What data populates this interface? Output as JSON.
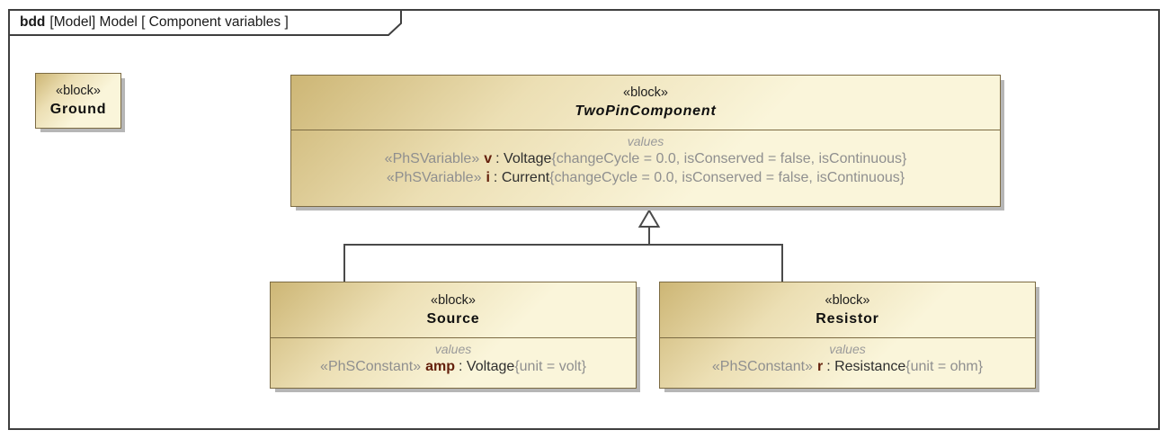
{
  "frame": {
    "tab": {
      "kind": "bdd",
      "title": "[Model] Model [ Component variables ]"
    }
  },
  "colors": {
    "block_fill_dark": "#cdb675",
    "block_fill_light": "#faf5da",
    "block_border": "#7c6b43",
    "frame_border": "#3f3f3f",
    "connector": "#4a4a4a",
    "stereotype_gray": "#8f8f8f",
    "property_name_maroon": "#64200c",
    "shadow_gray": "#b6b6b6"
  },
  "blocks": {
    "ground": {
      "stereotype": "«block»",
      "name": "Ground"
    },
    "twoPinComponent": {
      "stereotype": "«block»",
      "name": "TwoPinComponent",
      "values_label": "values",
      "properties": [
        {
          "stereotype": "«PhSVariable»",
          "name": "v",
          "type": ": Voltage",
          "constraints": "{changeCycle = 0.0, isConserved = false, isContinuous}"
        },
        {
          "stereotype": "«PhSVariable»",
          "name": "i",
          "type": ": Current",
          "constraints": "{changeCycle = 0.0, isConserved = false, isContinuous}"
        }
      ]
    },
    "source": {
      "stereotype": "«block»",
      "name": "Source",
      "values_label": "values",
      "properties": [
        {
          "stereotype": "«PhSConstant»",
          "name": "amp",
          "type": ": Voltage",
          "constraints": "{unit = volt}"
        }
      ]
    },
    "resistor": {
      "stereotype": "«block»",
      "name": "Resistor",
      "values_label": "values",
      "properties": [
        {
          "stereotype": "«PhSConstant»",
          "name": "r",
          "type": ": Resistance",
          "constraints": "{unit = ohm}"
        }
      ]
    }
  }
}
